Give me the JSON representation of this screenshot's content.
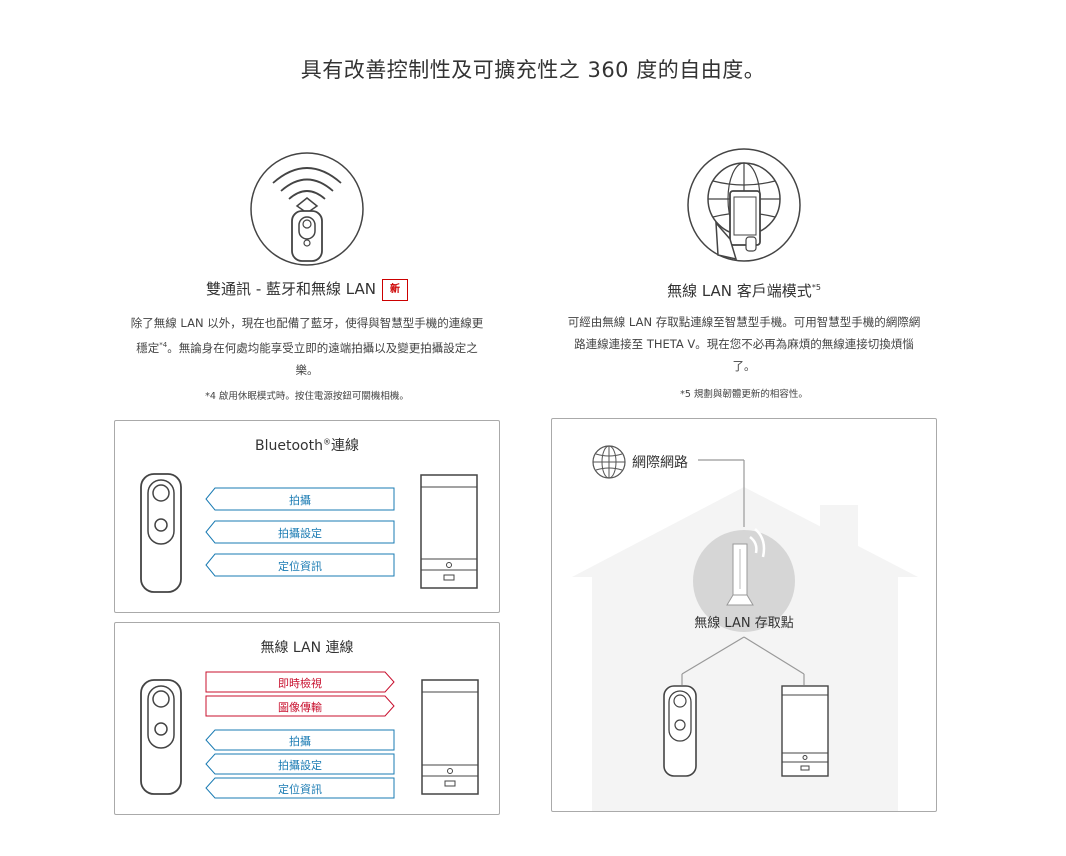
{
  "page": {
    "title": "具有改善控制性及可擴充性之 360 度的自由度。"
  },
  "features": [
    {
      "title": "雙通訊 - 藍牙和無線 LAN",
      "badge": "新",
      "desc_line1": "除了無線 LAN 以外，現在也配備了藍牙，使得與智慧型手機的連線更",
      "desc_line2a": "穩定",
      "desc_sup": "*4",
      "desc_line2b": "。無論身在何處均能享受立即的遠端拍攝以及變更拍攝設定之",
      "desc_line3": "樂。",
      "note": "*4 啟用休眠模式時。按住電源按鈕可關機相機。"
    },
    {
      "title": "無線 LAN 客戶端模式",
      "title_sup": "*5",
      "desc_line1": "可經由無線 LAN 存取點連線至智慧型手機。可用智慧型手機的網際網",
      "desc_line2": "路連線連接至 THETA V。現在您不必再為麻煩的無線連接切換煩惱",
      "desc_line3": "了。",
      "note": "*5 規劃與韌體更新的相容性。"
    }
  ],
  "bluetooth_box": {
    "title": "Bluetooth",
    "title_sup": "®",
    "title_suffix": "連線",
    "items": [
      "拍攝",
      "拍攝設定",
      "定位資訊"
    ]
  },
  "wlan_box": {
    "title": "無線 LAN 連線",
    "red_items": [
      "即時檢視",
      "圖像傳輸"
    ],
    "blue_items": [
      "拍攝",
      "拍攝設定",
      "定位資訊"
    ]
  },
  "client_box": {
    "internet_label": "網際網路",
    "ap_label": "無線 LAN 存取點"
  },
  "colors": {
    "blue": "#1a7bb3",
    "red": "#c8102e",
    "gray": "#d8d8d8",
    "text": "#333333"
  }
}
